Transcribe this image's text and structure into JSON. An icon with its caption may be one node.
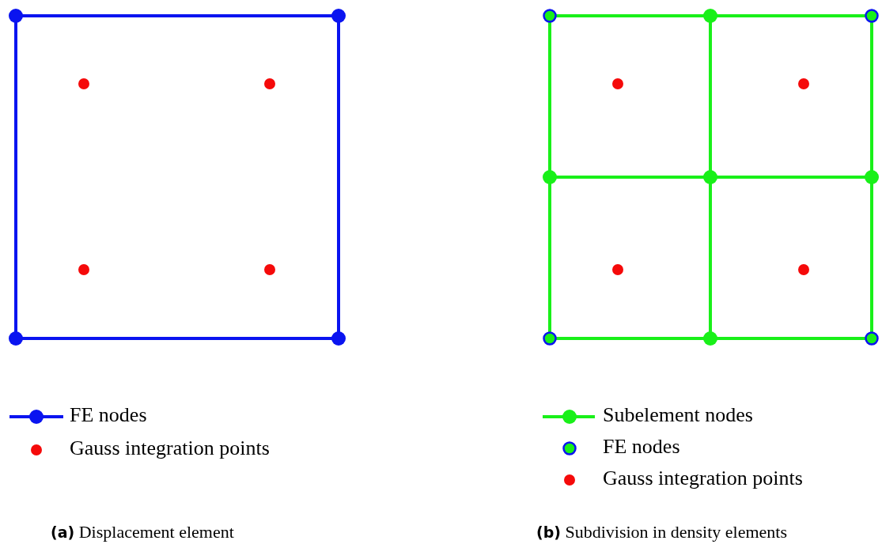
{
  "diagram": {
    "labels": [
      "**(a)** Displacement element",
      "**(b)** Subdivision in density elements"
    ],
    "legend": [
      {
        "text": "FE nodes"
      },
      {
        "text": "Gauss integration points"
      },
      {
        "text": "Subelement nodes"
      },
      {
        "text": "FE nodes"
      },
      {
        "text": "Gauss integration points"
      }
    ]
  }
}
